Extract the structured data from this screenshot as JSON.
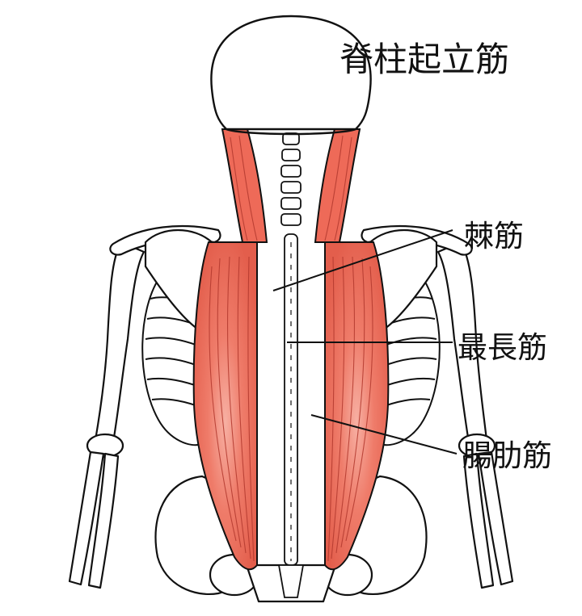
{
  "title": "脊柱起立筋",
  "labels": {
    "spinalis": "棘筋",
    "longissimus": "最長筋",
    "iliocostalis": "腸肋筋"
  },
  "colors": {
    "muscle": "#ee6a58",
    "muscle_highlight": "#f5a193",
    "muscle_shadow": "#c8463a",
    "bone_fill": "#ffffff",
    "outline": "#111111"
  }
}
